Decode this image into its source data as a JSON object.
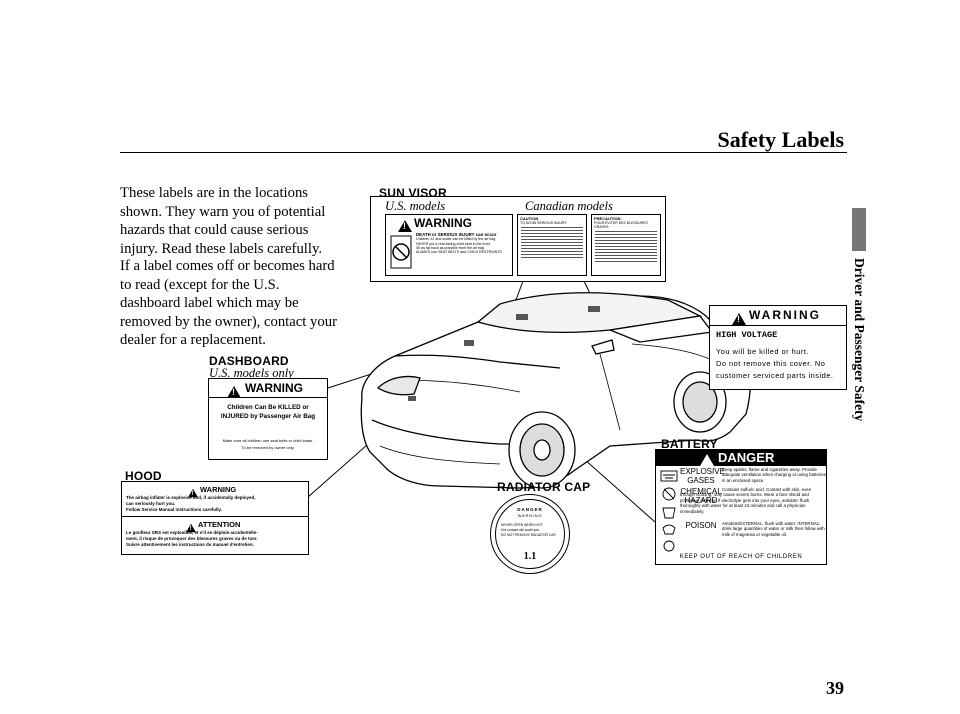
{
  "page": {
    "title": "Safety Labels",
    "side_tab": "Driver and Passenger Safety",
    "number": "39"
  },
  "body": {
    "paragraph1": "These labels are in the locations shown. They warn you of potential hazards that could cause serious injury. Read these labels carefully.",
    "paragraph2": "If a label comes off or becomes hard to read (except for the U.S. dashboard label which may be removed by the owner), contact your dealer for a replacement."
  },
  "sun_visor": {
    "heading": "SUN VISOR",
    "us_label": "U.S. models",
    "canadian_label": "Canadian models",
    "warning_word": "WARNING",
    "line1": "DEATH or SERIOUS INJURY can occur",
    "bullet1": "Children 12 and under can be killed by the air bag",
    "bullet2": "NEVER put a rear-facing child seat in the front",
    "bullet3": "Sit as far back as possible from the air bag",
    "bullet4": "ALWAYS use SEAT BELTS and CHILD RESTRAINTS",
    "caution_title": "CAUTION",
    "caution_sub": "TO AVOID SERIOUS INJURY:",
    "precaution_title": "PRÉCAUTION:",
    "precaution_sub": "POUR EVITER DES BLESSURES GRAVES:"
  },
  "dashboard": {
    "heading": "DASHBOARD",
    "sub": "U.S. models only",
    "warning_word": "WARNING",
    "line1": "Children Can Be KILLED or",
    "line2": "INJURED by Passenger Air Bag",
    "small1": "Make sure all children use seat belts or child seats.",
    "small2": "To be removed by owner only."
  },
  "hood": {
    "heading": "HOOD",
    "warning_word": "WARNING",
    "warning_text1": "The airbag inflater is explosive and, if accidentally deployed,",
    "warning_text2": "can seriously hurt you.",
    "warning_text3": "Follow Service Manual instructions carefully.",
    "attention_word": "ATTENTION",
    "attention_text1": "Le gonfleur SRS est explosible, et s'il se déploie accidentelle-",
    "attention_text2": "ment, il risque de provoquer des blessures graves ou de tuer.",
    "attention_text3": "Suivre attentivement les instructions du manuel d'entretien."
  },
  "radiator_cap": {
    "heading": "RADIATOR CAP",
    "danger_word": "DANGER",
    "warning_word": "WARNING",
    "text1": "NEVER OPEN WHEN HOT.",
    "text2": "Hot coolant will scald you.",
    "text3": "DO NOT REMOVE RADIATOR CAP.",
    "pressure": "1.1"
  },
  "high_voltage": {
    "warning_word": "WARNING",
    "title": "HIGH VOLTAGE",
    "line1": "You will be killed or hurt.",
    "line2": "Do not remove this cover. No",
    "line3": "customer serviced parts inside."
  },
  "battery": {
    "heading": "BATTERY",
    "danger_word": "DANGER",
    "explosive_label": "EXPLOSIVE GASES",
    "explosive_text": "Keep sparks, flame and cigarettes away. Provide adequate ventilation when charging or using batteries in an enclosed space.",
    "chemical_label": "CHEMICAL HAZARD",
    "chemical_text": "Contains sulfuric acid. Contact with skin, even through clothing, may cause severe burns. Wear a face shield and protective clothing. If electrolyte gets into your eyes, antidote: flush thoroughly with water for at least 15 minutes and call a physician immediately.",
    "poison_label": "POISON",
    "poison_text": "Antidote/EXTERNAL: flush with water. INTERNAL: drink large quantities of water or milk then follow with milk of magnesia or vegetable oil.",
    "footer": "KEEP OUT OF REACH OF CHILDREN"
  }
}
